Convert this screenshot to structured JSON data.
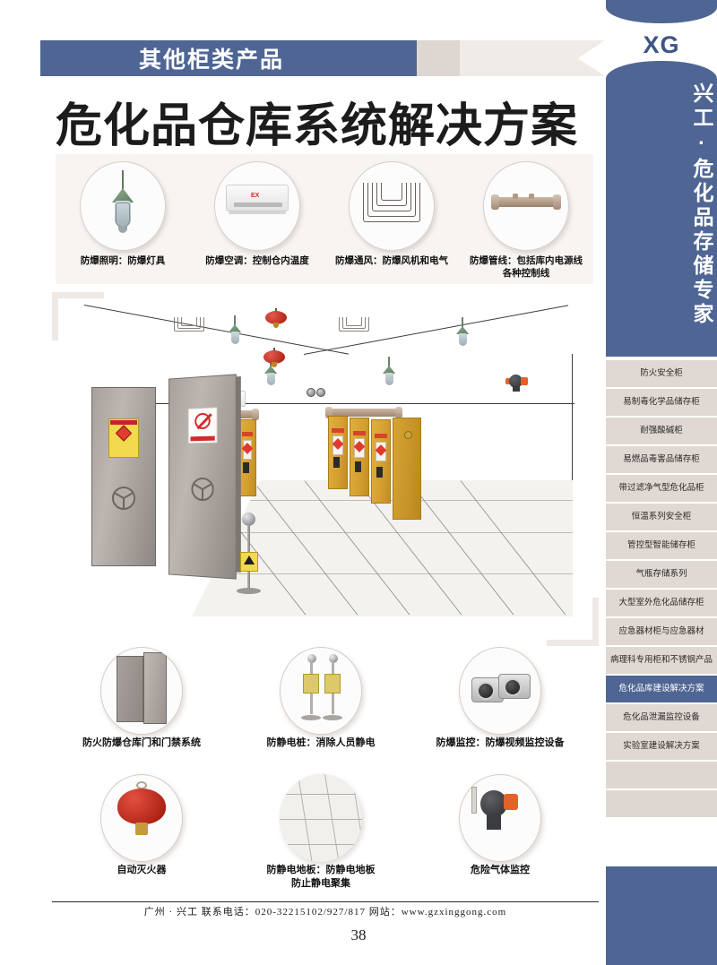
{
  "header": {
    "ribbon_label": "其他柜类产品",
    "main_title": "危化品仓库系统解决方案"
  },
  "features": [
    {
      "icon": "explosion-proof-lamp-icon",
      "caption": "防爆照明：防爆灯具"
    },
    {
      "icon": "explosion-proof-ac-icon",
      "caption": "防爆空调：控制仓内温度"
    },
    {
      "icon": "explosion-proof-vent-icon",
      "caption": "防爆通风：防爆风机和电气"
    },
    {
      "icon": "explosion-proof-pipe-icon",
      "caption": "防爆管线：包括库内电源线\n各种控制线"
    }
  ],
  "products": [
    {
      "icon": "fireproof-door-icon",
      "caption": "防火防爆仓库门和门禁系统"
    },
    {
      "icon": "static-discharge-pile-icon",
      "caption": "防静电桩：消除人员静电"
    },
    {
      "icon": "explosion-proof-camera-icon",
      "caption": "防爆监控：防爆视频监控设备"
    },
    {
      "icon": "auto-extinguisher-icon",
      "caption": "自动灭火器"
    },
    {
      "icon": "antistatic-floor-icon",
      "caption": "防静电地板：防静电地板\n防止静电聚集"
    },
    {
      "icon": "gas-monitor-icon",
      "caption": "危险气体监控"
    }
  ],
  "sidebar": {
    "logo": "XG",
    "brand_vertical": "兴工·危化品存储专家",
    "items": [
      {
        "label": "防火安全柜",
        "active": false
      },
      {
        "label": "易制毒化学品储存柜",
        "active": false
      },
      {
        "label": "耐强酸碱柜",
        "active": false
      },
      {
        "label": "易燃品毒害品储存柜",
        "active": false
      },
      {
        "label": "带过滤净气型危化品柜",
        "active": false
      },
      {
        "label": "恒温系列安全柜",
        "active": false
      },
      {
        "label": "管控型智能储存柜",
        "active": false
      },
      {
        "label": "气瓶存储系列",
        "active": false
      },
      {
        "label": "大型室外危化品储存柜",
        "active": false
      },
      {
        "label": "应急器材柜与应急器材",
        "active": false
      },
      {
        "label": "病理科专用柜和不锈钢产品",
        "active": false
      },
      {
        "label": "危化品库建设解决方案",
        "active": true
      },
      {
        "label": "危化品泄漏监控设备",
        "active": false
      },
      {
        "label": "实验室建设解决方案",
        "active": false
      },
      {
        "label": "",
        "active": false
      },
      {
        "label": "",
        "active": false
      }
    ]
  },
  "footer": {
    "contact": "广州 · 兴工 联系电话：020-32215102/927/817 网站：www.gzxinggong.com",
    "page_number": "38"
  },
  "colors": {
    "brand_blue": "#4f6694",
    "beige": "#e0d8d2",
    "cabinet_yellow": "#d49f2f",
    "warning_red": "#d4282a"
  }
}
